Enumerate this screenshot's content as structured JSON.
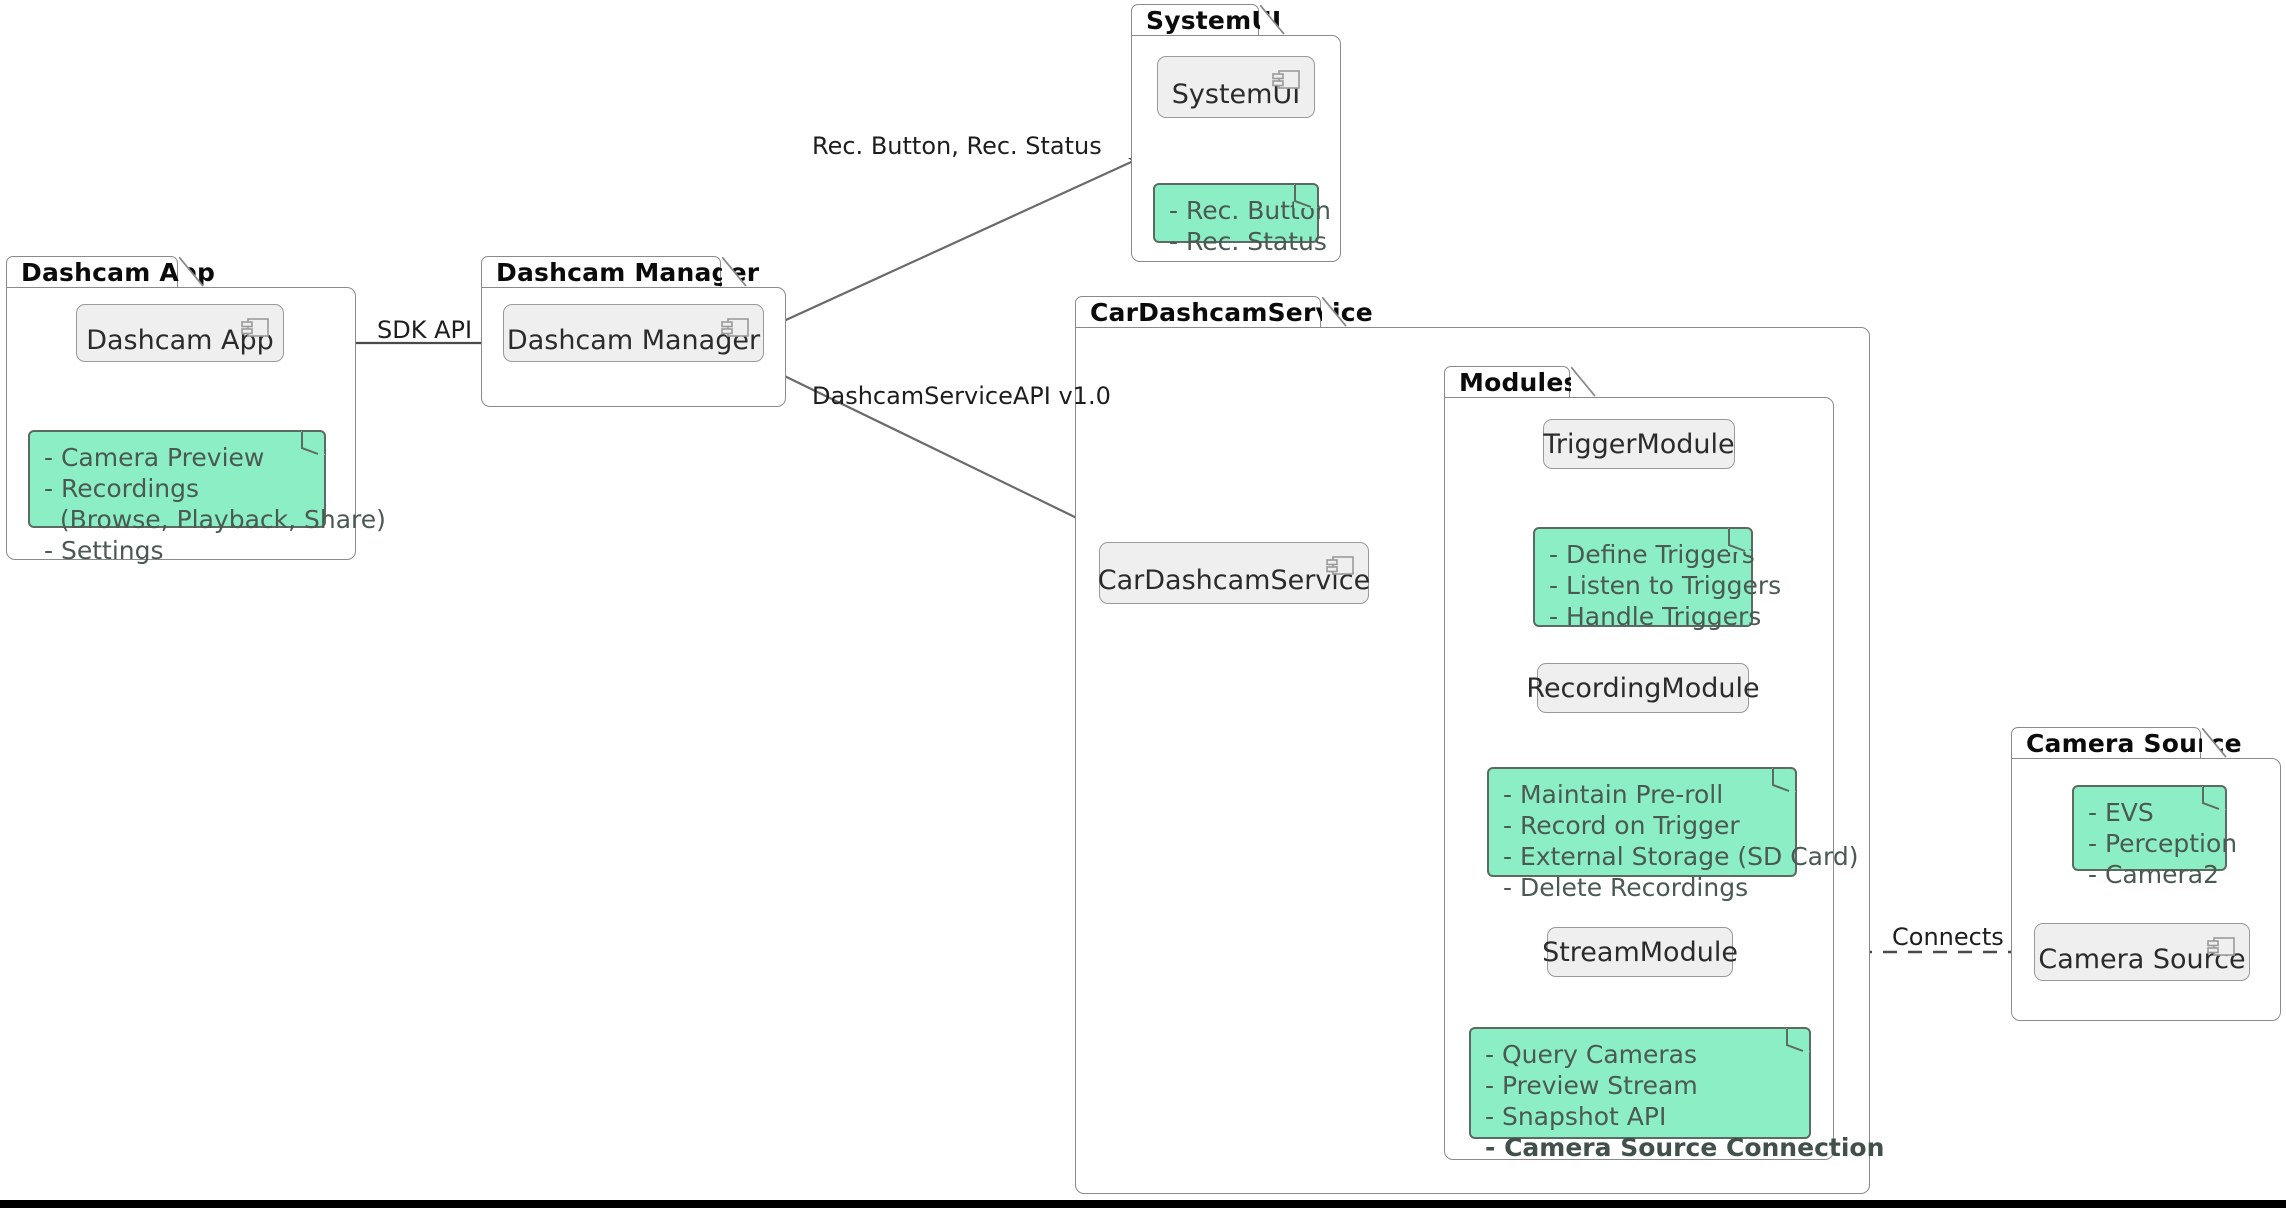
{
  "diagram": {
    "kind": "uml-component-diagram",
    "note_color": "#8CEEC4",
    "component_color": "#EFEFEF",
    "border_color": "#8A8A8A"
  },
  "packages": {
    "dashcam_app": {
      "title": "Dashcam App"
    },
    "dashcam_manager": {
      "title": "Dashcam Manager"
    },
    "system_ui": {
      "title": "SystemUI"
    },
    "car_dashcam_service": {
      "title": "CarDashcamService"
    },
    "modules": {
      "title": "Modules"
    },
    "camera_source": {
      "title": "Camera Source"
    }
  },
  "components": {
    "dashcam_app": {
      "label": "Dashcam App",
      "icon": "component-icon"
    },
    "dashcam_manager": {
      "label": "Dashcam Manager",
      "icon": "component-icon"
    },
    "system_ui": {
      "label": "SystemUI",
      "icon": "component-icon"
    },
    "car_dashcam_service": {
      "label": "CarDashcamService",
      "icon": "component-icon"
    },
    "trigger_module": {
      "label": "TriggerModule"
    },
    "recording_module": {
      "label": "RecordingModule"
    },
    "stream_module": {
      "label": "StreamModule"
    },
    "camera_source": {
      "label": "Camera Source",
      "icon": "component-icon"
    }
  },
  "notes": {
    "dashcam_app": {
      "lines": [
        "- Camera Preview",
        "- Recordings",
        "  (Browse, Playback, Share)",
        "- Settings"
      ]
    },
    "system_ui": {
      "lines": [
        "- Rec. Button",
        "- Rec. Status"
      ]
    },
    "trigger_module": {
      "lines": [
        "- Define Triggers",
        "- Listen to Triggers",
        "- Handle Triggers"
      ]
    },
    "recording_module": {
      "lines": [
        "- Maintain Pre-roll",
        "- Record on Trigger",
        "- External Storage (SD Card)",
        "- Delete Recordings"
      ]
    },
    "stream_module": {
      "lines": [
        "- Query Cameras",
        "- Preview Stream",
        "- Snapshot API",
        "- Camera Source Connection"
      ],
      "bold_lines": [
        3
      ]
    },
    "camera_source": {
      "lines": [
        "- EVS",
        "- Perception",
        "- Camera2"
      ]
    }
  },
  "edges": {
    "sdk_api": {
      "label": "SDK API"
    },
    "rec_button_status": {
      "label": "Rec. Button, Rec. Status"
    },
    "dashcam_service_api": {
      "label": "DashcamServiceAPI v1.0"
    },
    "connects": {
      "label": "Connects"
    }
  }
}
